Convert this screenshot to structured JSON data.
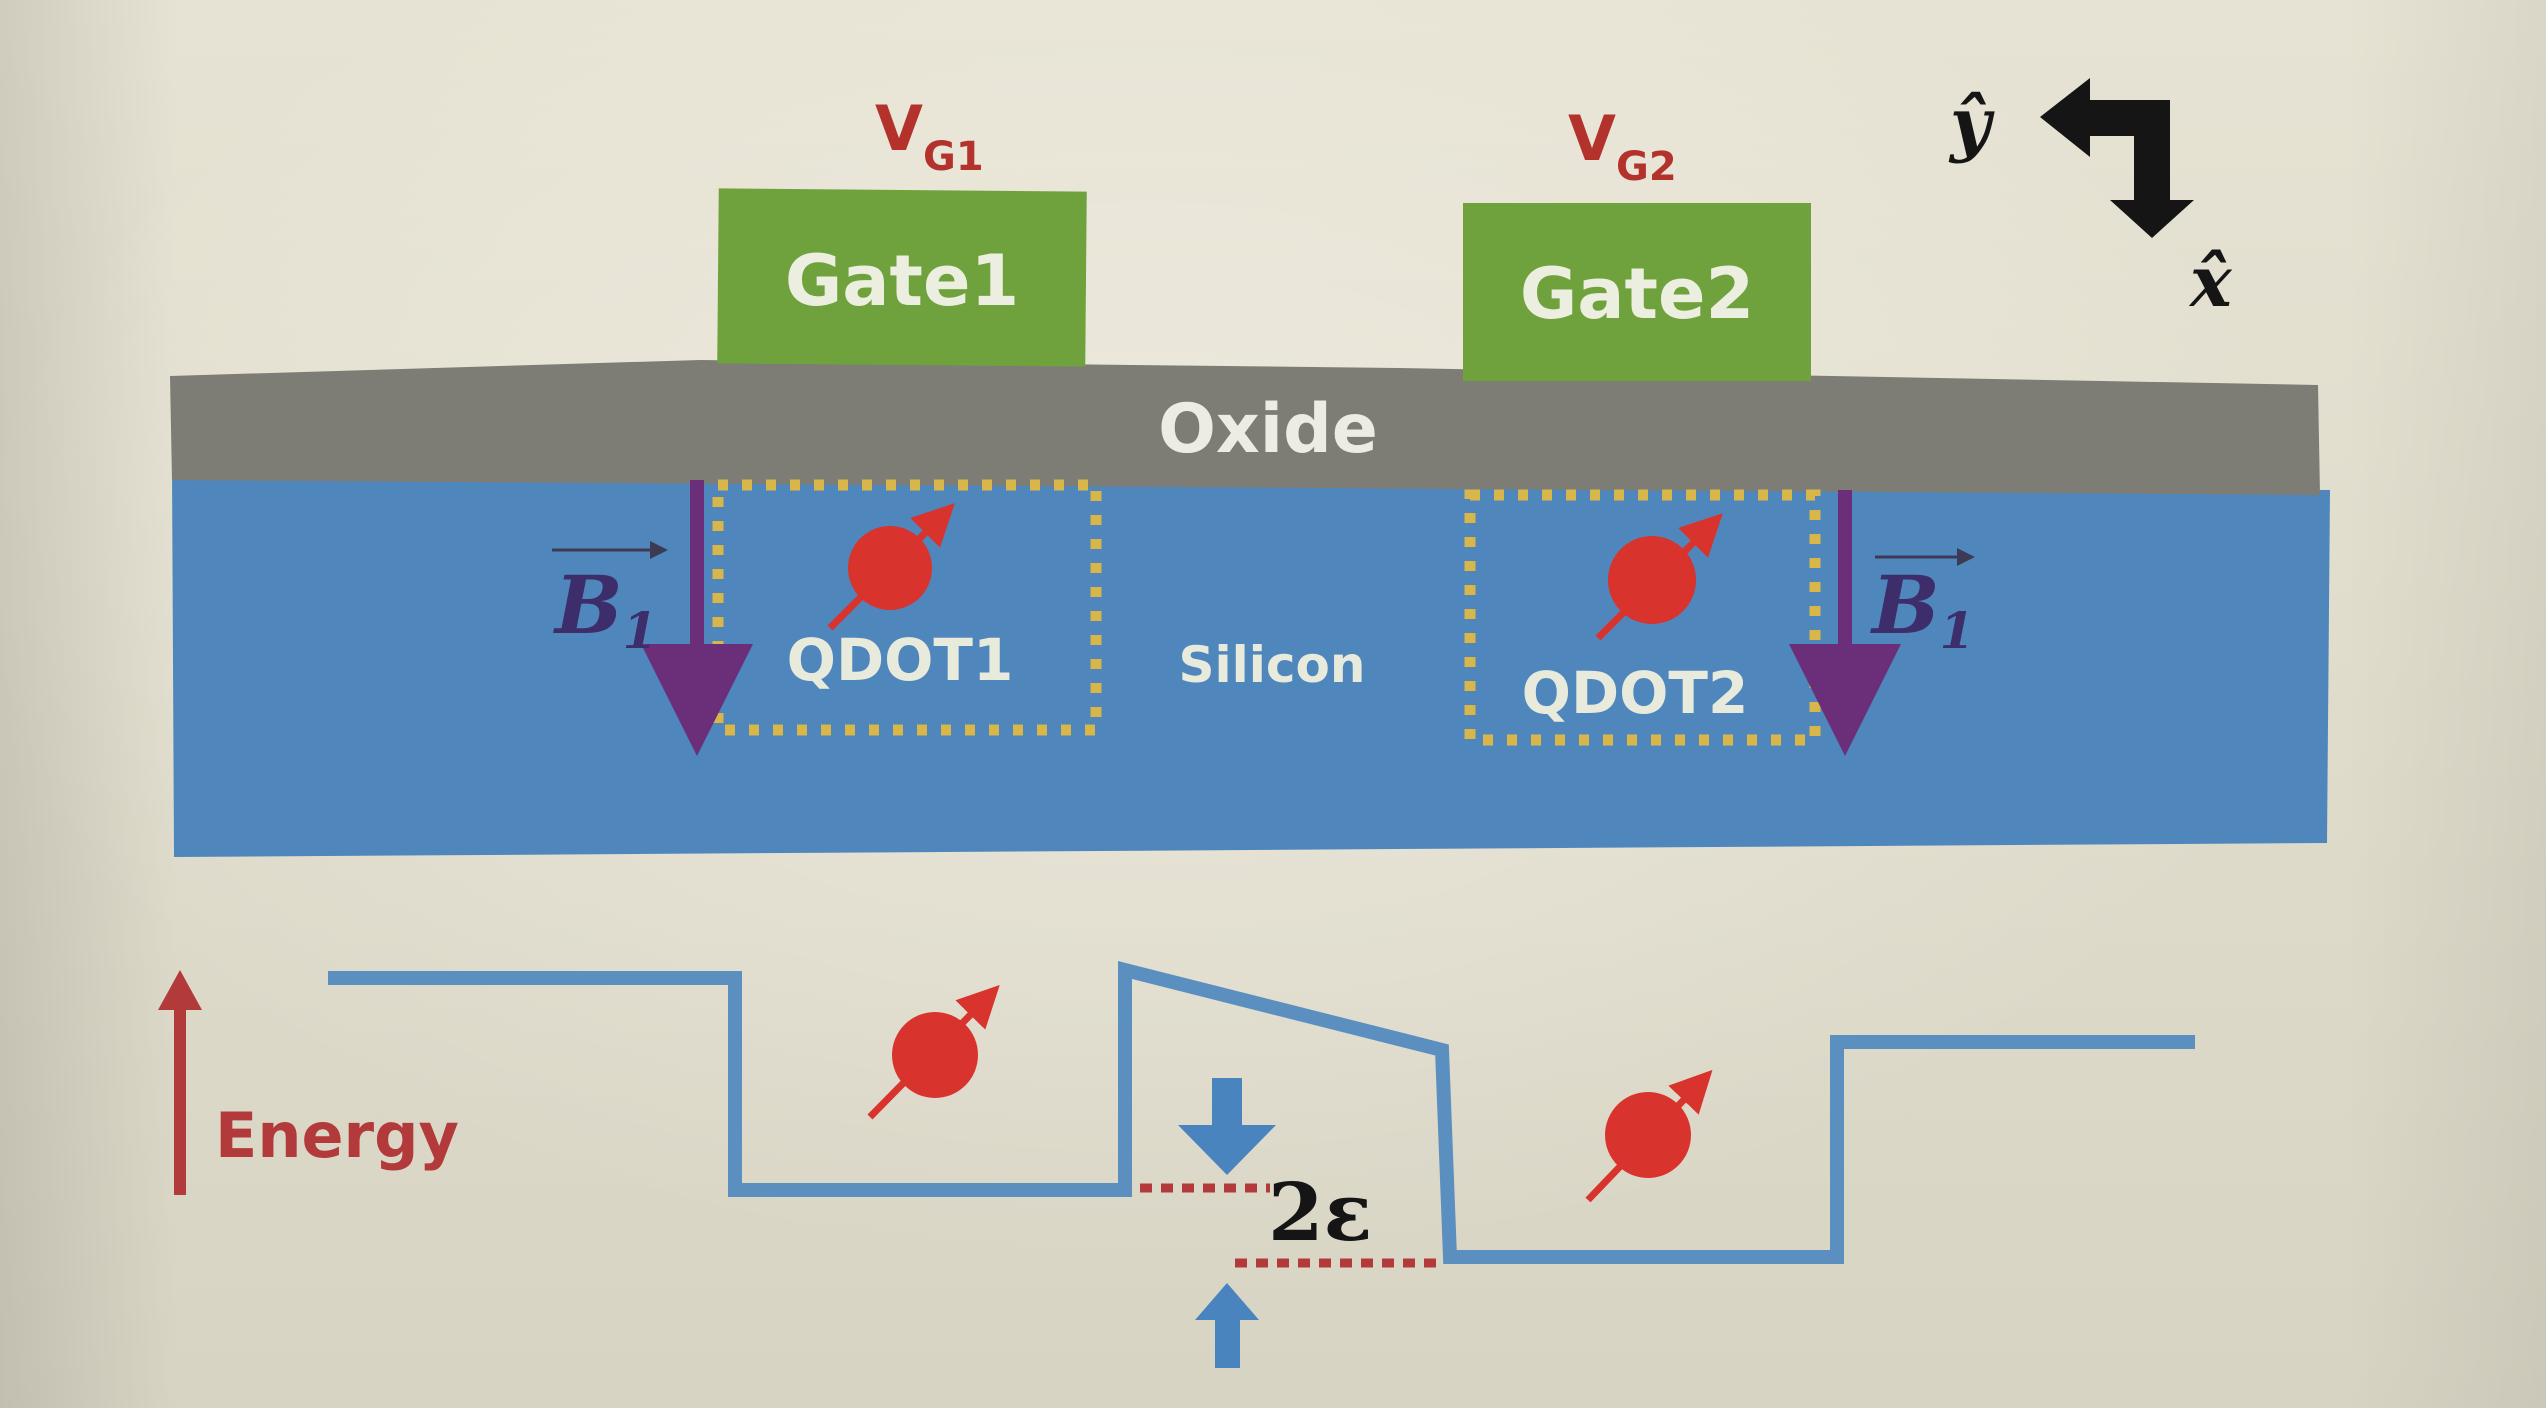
{
  "device": {
    "gate1": {
      "label": "Gate1",
      "voltage_main": "V",
      "voltage_sub": "G1"
    },
    "gate2": {
      "label": "Gate2",
      "voltage_main": "V",
      "voltage_sub": "G2"
    },
    "oxide_label": "Oxide",
    "silicon_label": "Silicon",
    "qdot1_label": "QDOT1",
    "qdot2_label": "QDOT2",
    "field_left": {
      "main": "B",
      "sub": "1"
    },
    "field_right": {
      "main": "B",
      "sub": "1"
    }
  },
  "axes": {
    "y_label": "ŷ",
    "x_label": "x̂"
  },
  "energy_diagram": {
    "axis_label": "Energy",
    "detuning_label": "2ε"
  },
  "colors": {
    "gate": "#6fa23d",
    "oxide": "#7d7d75",
    "silicon": "#4f87bd",
    "qdot_border": "#d8b64a",
    "electron": "#d8332c",
    "field_arrow": "#6a2f78",
    "potential_line": "#5b8fc0",
    "energy_arrow": "#b23a3a",
    "detuning_arrow": "#4a84bf",
    "dotted_level": "#b23a3a",
    "label_text": "#e8eadc",
    "voltage_text": "#b4322c"
  },
  "icons": [
    "axis-y-arrow-icon",
    "axis-x-arrow-icon",
    "electron-spin-icon",
    "field-arrow-icon",
    "energy-arrow-icon"
  ]
}
